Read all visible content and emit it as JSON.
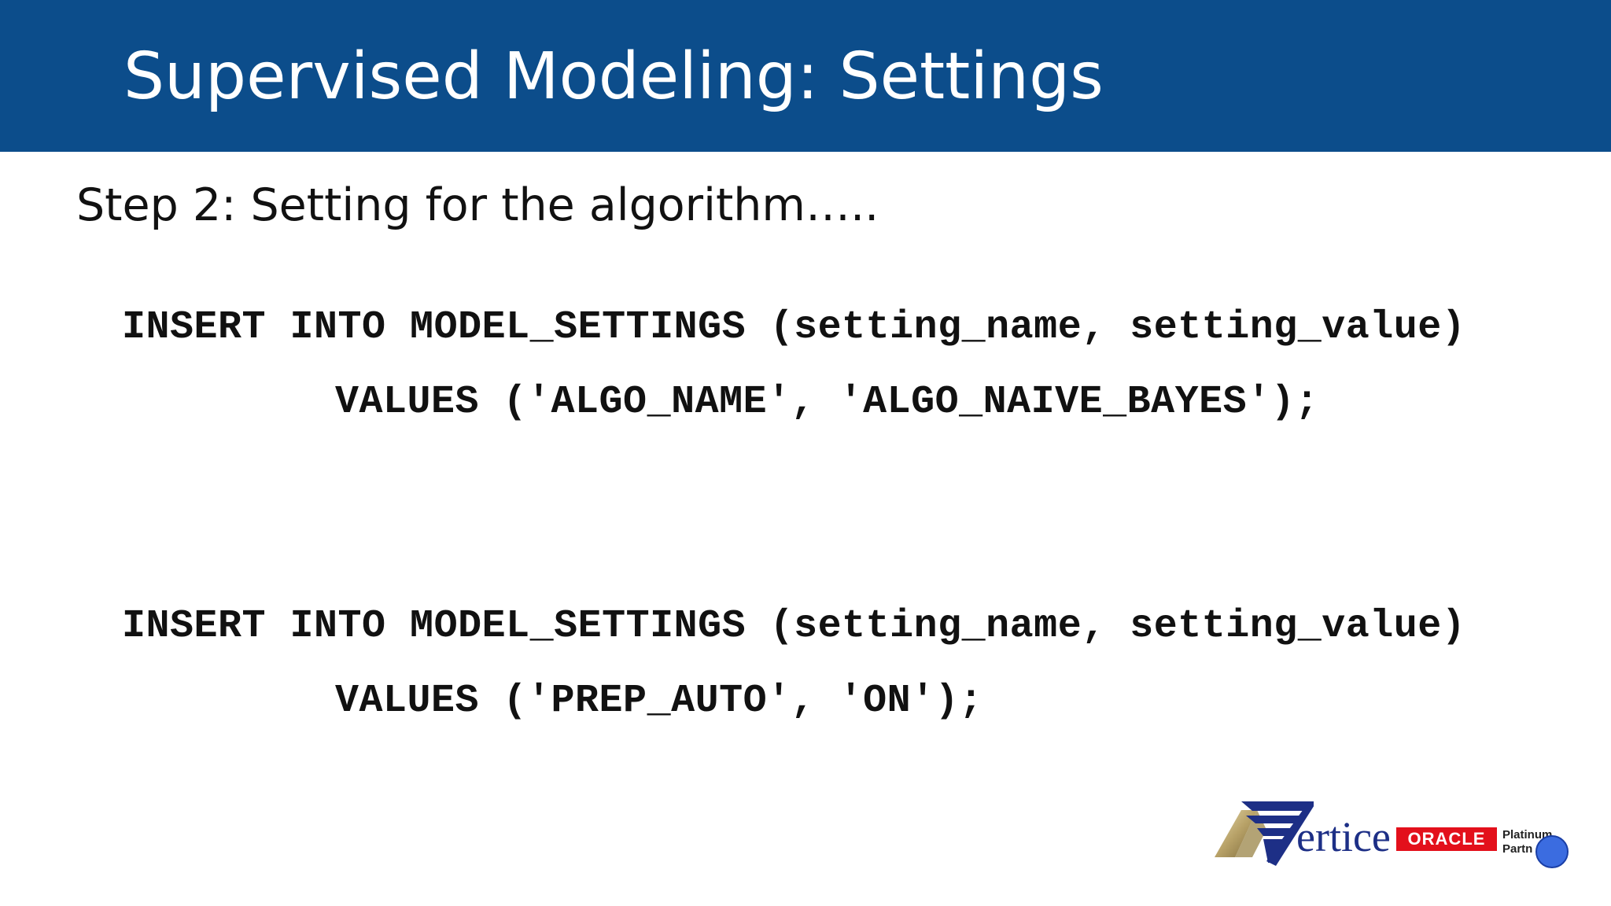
{
  "header": {
    "title": "Supervised Modeling: Settings"
  },
  "content": {
    "step": "Step 2: Setting for the algorithm…..",
    "code_block_1": {
      "line_1": "INSERT INTO MODEL_SETTINGS (setting_name, setting_value)",
      "line_2": "VALUES ('ALGO_NAME', 'ALGO_NAIVE_BAYES');"
    },
    "code_block_2": {
      "line_1": "INSERT INTO MODEL_SETTINGS (setting_name, setting_value)",
      "line_2": "VALUES ('PREP_AUTO', 'ON');"
    }
  },
  "footer": {
    "logo_word": "ertice",
    "oracle_label": "ORACLE",
    "partner_line_1": "Platinum",
    "partner_line_2": "Partn"
  },
  "colors": {
    "title_bar": "#0c4d8b",
    "title_text": "#ffffff",
    "oracle_red": "#e3101b",
    "logo_blue": "#1d2f86",
    "cursor_dot": "#3b6ce0"
  },
  "icons": {
    "logo_mark": "vertice-triangle-logo-icon",
    "pointer": "cursor-dot-icon"
  }
}
